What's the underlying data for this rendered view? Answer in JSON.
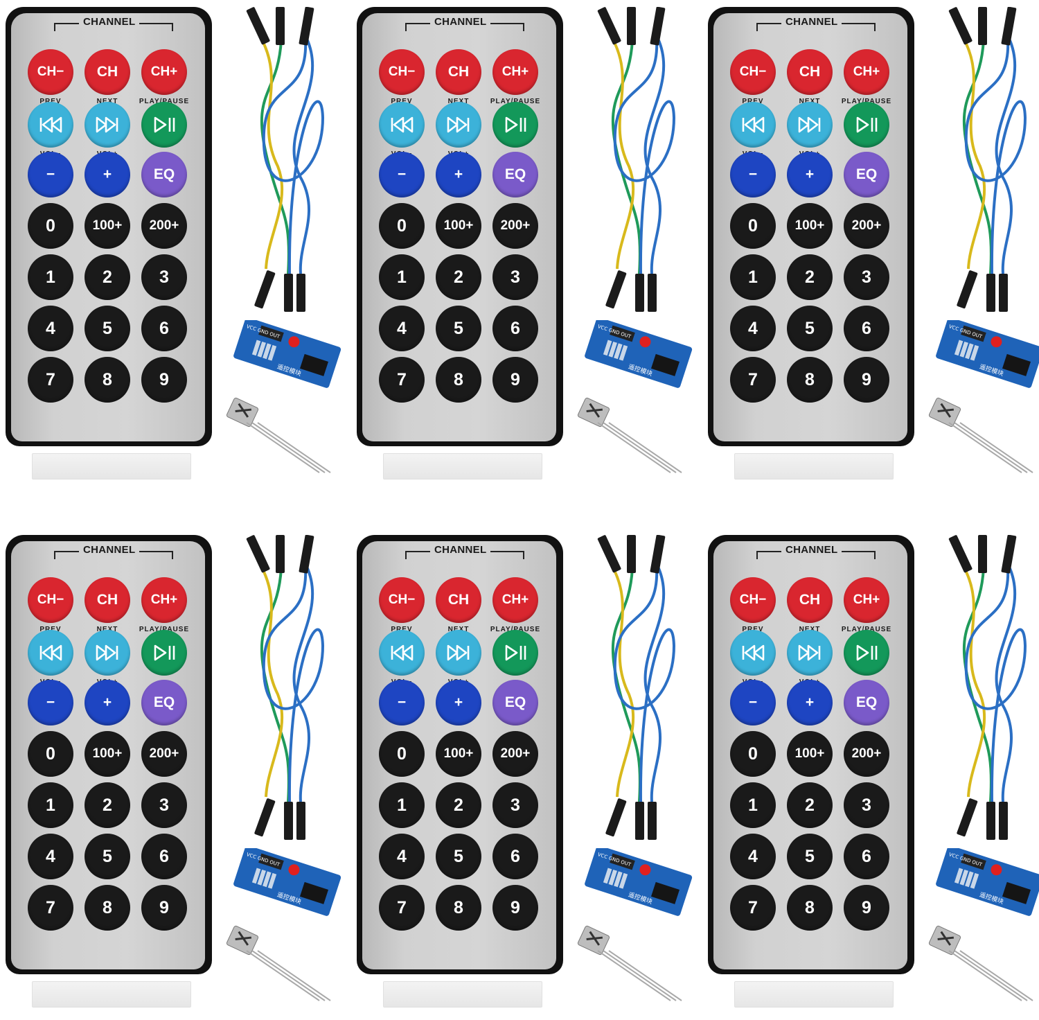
{
  "kits": [
    {
      "id": 1
    },
    {
      "id": 2
    },
    {
      "id": 3
    },
    {
      "id": 4
    },
    {
      "id": 5
    },
    {
      "id": 6
    }
  ],
  "remote": {
    "channel_label": "CHANNEL",
    "rows": [
      {
        "buttons": [
          {
            "label": "CH−",
            "color": "#d9262f",
            "kind": "text"
          },
          {
            "label": "CH",
            "color": "#d9262f",
            "kind": "text"
          },
          {
            "label": "CH+",
            "color": "#d9262f",
            "kind": "text"
          }
        ],
        "captions": [
          "PREV",
          "NEXT",
          "PLAY/PAUSE"
        ]
      },
      {
        "buttons": [
          {
            "label": "",
            "icon": "rewind-icon",
            "color": "#3cb2d9",
            "kind": "icon"
          },
          {
            "label": "",
            "icon": "fast-forward-icon",
            "color": "#3cb2d9",
            "kind": "icon"
          },
          {
            "label": "",
            "icon": "play-pause-icon",
            "color": "#13985a",
            "kind": "icon"
          }
        ],
        "captions": [
          "VOL−",
          "VOL+",
          ""
        ]
      },
      {
        "buttons": [
          {
            "label": "−",
            "color": "#1e45c2",
            "kind": "text"
          },
          {
            "label": "+",
            "color": "#1e45c2",
            "kind": "text"
          },
          {
            "label": "EQ",
            "color": "#7a5ac9",
            "kind": "text"
          }
        ],
        "captions": [
          "",
          "",
          ""
        ]
      },
      {
        "buttons": [
          {
            "label": "0",
            "color": "#1a1a1a",
            "kind": "digit"
          },
          {
            "label": "100+",
            "color": "#1a1a1a",
            "kind": "text"
          },
          {
            "label": "200+",
            "color": "#1a1a1a",
            "kind": "text"
          }
        ],
        "captions": [
          "",
          "",
          ""
        ]
      },
      {
        "buttons": [
          {
            "label": "1",
            "color": "#1a1a1a",
            "kind": "digit"
          },
          {
            "label": "2",
            "color": "#1a1a1a",
            "kind": "digit"
          },
          {
            "label": "3",
            "color": "#1a1a1a",
            "kind": "digit"
          }
        ],
        "captions": [
          "",
          "",
          ""
        ]
      },
      {
        "buttons": [
          {
            "label": "4",
            "color": "#1a1a1a",
            "kind": "digit"
          },
          {
            "label": "5",
            "color": "#1a1a1a",
            "kind": "digit"
          },
          {
            "label": "6",
            "color": "#1a1a1a",
            "kind": "digit"
          }
        ],
        "captions": [
          "",
          "",
          ""
        ]
      },
      {
        "buttons": [
          {
            "label": "7",
            "color": "#1a1a1a",
            "kind": "digit"
          },
          {
            "label": "8",
            "color": "#1a1a1a",
            "kind": "digit"
          },
          {
            "label": "9",
            "color": "#1a1a1a",
            "kind": "digit"
          }
        ],
        "captions": [
          "",
          "",
          ""
        ]
      }
    ]
  },
  "module": {
    "pin_labels": [
      "VCC",
      "GND",
      "OUT"
    ],
    "chinese_label": "遥控模块"
  },
  "colors": {
    "wire_blue": "#2b6fc4",
    "wire_green": "#1f9a5a",
    "wire_yellow": "#d8b91c",
    "pcb_blue": "#1f63b8",
    "led_red": "#e0201f"
  }
}
